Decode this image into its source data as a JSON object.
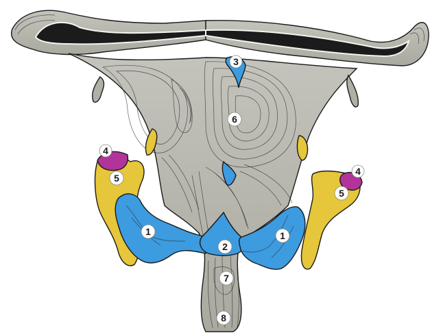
{
  "colors": {
    "background": "#ffffff",
    "bone": "#b9b9b0",
    "bone_dark": "#8f8f87",
    "cavity": "#1b1b1b",
    "blue": "#3d9be0",
    "yellow": "#e6c63a",
    "magenta": "#b2349a"
  },
  "labels": [
    {
      "id": "label-1-left",
      "text": "1"
    },
    {
      "id": "label-1-right",
      "text": "1"
    },
    {
      "id": "label-2",
      "text": "2"
    },
    {
      "id": "label-3",
      "text": "3"
    },
    {
      "id": "label-4-left",
      "text": "4"
    },
    {
      "id": "label-4-right",
      "text": "4"
    },
    {
      "id": "label-5-left",
      "text": "5"
    },
    {
      "id": "label-5-right",
      "text": "5"
    },
    {
      "id": "label-6",
      "text": "6"
    },
    {
      "id": "label-7",
      "text": "7"
    },
    {
      "id": "label-8",
      "text": "8"
    }
  ]
}
